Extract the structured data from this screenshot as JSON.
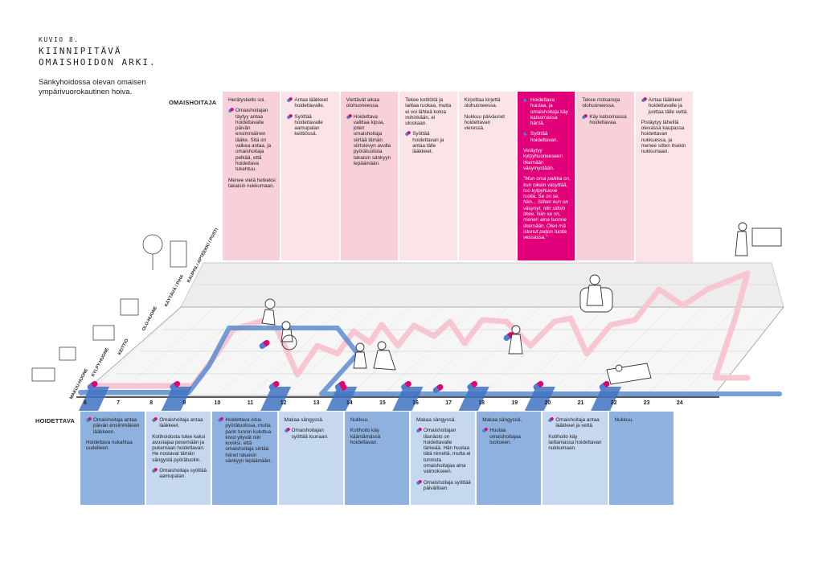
{
  "header": {
    "kicker": "KUVIO 8.",
    "title": "KIINNIPITÄVÄ OMAISHOIDON ARKI.",
    "subtitle": "Sänkyhoidossa olevan omaisen ympärivuorokautinen hoiva."
  },
  "rows": {
    "caregiver_label": "OMAISHOITAJA",
    "cared_label": "HOIDETTAVA"
  },
  "rooms": [
    "MAKUU-HUONE",
    "KYLPY-HUONE",
    "KEITTIÖ",
    "OLO-HUONE",
    "KÄYTÄVÄ / PIHA",
    "KAUPPA / APTEEKKI / POSTI"
  ],
  "hours": [
    "6",
    "7",
    "8",
    "9",
    "10",
    "11",
    "12",
    "13",
    "14",
    "15",
    "16",
    "17",
    "18",
    "19",
    "20",
    "21",
    "22",
    "23",
    "24"
  ],
  "colors": {
    "caregiver_light": "#fbe3e8",
    "caregiver_mid": "#f8d0d9",
    "caregiver_dark": "#e2007a",
    "cared_dark": "#8fb1df",
    "cared_light": "#c6d7f0",
    "track_pink": "#f7c6d1",
    "track_blue": "#4f86cc"
  },
  "caregiver_cells": [
    {
      "paras": [
        {
          "t": "Herätyskello soi.",
          "pill": false
        },
        {
          "t": "Omaishoitajan täytyy antaa hoidettavalle päivän ensimmäinen lääke. Sitä on vaikea antaa, ja omaishoitaja pelkää, että hoidettava tukehtuu.",
          "pill": true
        },
        {
          "t": "Menee vielä hetkeksi takaisin nukkumaan.",
          "pill": false
        }
      ]
    },
    {
      "paras": [
        {
          "t": "Antaa lääkkeet hoidettavalle.",
          "pill": true
        },
        {
          "t": "Syöttää hoidettavalle aamupalan keittiössä.",
          "pill": true
        }
      ]
    },
    {
      "paras": [
        {
          "t": "Viettävät aikaa olohuoneessa.",
          "pill": false
        },
        {
          "t": "Hoidettava valittaa kipua, joten omaishoitaja siirtää tämän siirtolevyn avulla pyörätuolista takaisin sänkyyn lepäämään.",
          "pill": true
        }
      ]
    },
    {
      "paras": [
        {
          "t": "Tekee kotitöitä ja laittaa ruokaa, mutta ei voi lähteä kotoa mihinkään, ei uloskaan.",
          "pill": false
        },
        {
          "t": "Syöttää hoidettavan ja antaa tälle lääkkeet.",
          "pill": true
        }
      ]
    },
    {
      "paras": [
        {
          "t": "Kirjoittaa kirjettä olohuoneessa.",
          "pill": false
        },
        {
          "t": "Nukkuu päiväunet hoidettavan vieressä.",
          "pill": false
        }
      ]
    },
    {
      "paras": [
        {
          "t": "Hoidettava huutaa, ja omaishoitaja käy katsomassa häntä.",
          "pill": true
        },
        {
          "t": "Syöttää hoidettavan.",
          "pill": true
        },
        {
          "t": "Vetäytyy kylpyhuoneeseen itkemään väsymystään.",
          "pill": false
        },
        {
          "t": "\"Mun oma paikka on, kun oikein väsyttää, tuo kylpyhuone tuolla. Se on se. Niin... Siihen kun on väsynyt, niin silloin itkee. Niin se on, menen aina tuonne itkemään. Olen mä istunut paljon tuolla vessassa.\"",
          "pill": false,
          "quote": true
        }
      ]
    },
    {
      "paras": [
        {
          "t": "Tekee ristisanoja olohuoneessa.",
          "pill": false
        },
        {
          "t": "Käy katsomassa hoidettavaa.",
          "pill": true
        }
      ]
    },
    {
      "paras": [
        {
          "t": "Antaa lääkkeet hoidettavalle ja juottaa tälle vettä.",
          "pill": true
        },
        {
          "t": "Pistäytyy läheillä olevassa kaupassa hoidettavan nukkuessa, ja menee sitten itsekin nukkumaan.",
          "pill": false
        }
      ]
    }
  ],
  "cared_cells": [
    {
      "paras": [
        {
          "t": "Omaishoitaja antaa päivän ensimmäisen lääkkeen.",
          "pill": true
        },
        {
          "t": "Hoidettava nukahtaa uudelleen.",
          "pill": false
        }
      ]
    },
    {
      "paras": [
        {
          "t": "Omaishoitaja antaa lääkkeet.",
          "pill": true
        },
        {
          "t": "Kotihoidosta tulee kaksi avustajaa pesemään ja pukemaan hoidettavan. He nostavat tämän sängystä pyörätuoliin.",
          "pill": false
        },
        {
          "t": "Omaishoitaja syöttää aamupalan.",
          "pill": true
        }
      ]
    },
    {
      "paras": [
        {
          "t": "Hoidettava istuu pyörätuolissa, mutta parin tunnin kuluttua kivut yltyvät niin koviksi, että omaishoitaja siirtää hänet takaisin sänkyyn lepäämään.",
          "pill": true
        }
      ]
    },
    {
      "paras": [
        {
          "t": "Makaa sängyssä.",
          "pill": false
        },
        {
          "t": "Omaishoitajan syöttää lounaan.",
          "pill": true
        }
      ]
    },
    {
      "paras": [
        {
          "t": "Nukkuu.",
          "pill": false
        },
        {
          "t": "Kotihoito käy kääntämässä hoidettavan.",
          "pill": false
        }
      ]
    },
    {
      "paras": [
        {
          "t": "Makaa sängyssä.",
          "pill": false
        },
        {
          "t": "Omaishoitajan läsnäolo on hoidettavalle tärkeää. Hän huutaa tätä nimeltä, mutta ei tunnista omaishoitajaa aina vaimokseen.",
          "pill": true
        },
        {
          "t": "Omaishoitaja syöttää päivällisen.",
          "pill": true
        }
      ]
    },
    {
      "paras": [
        {
          "t": "Makaa sängyssä.",
          "pill": false
        },
        {
          "t": "Huutaa omaishoitajaa luokseen.",
          "pill": true
        }
      ]
    },
    {
      "paras": [
        {
          "t": "Omaishoitaja antaa lääkkeet ja vettä.",
          "pill": true
        },
        {
          "t": "Kotihoito käy laittamassa hoidettavan nukkumaan.",
          "pill": false
        }
      ]
    },
    {
      "paras": [
        {
          "t": "Nukkuu.",
          "pill": false
        }
      ]
    }
  ]
}
